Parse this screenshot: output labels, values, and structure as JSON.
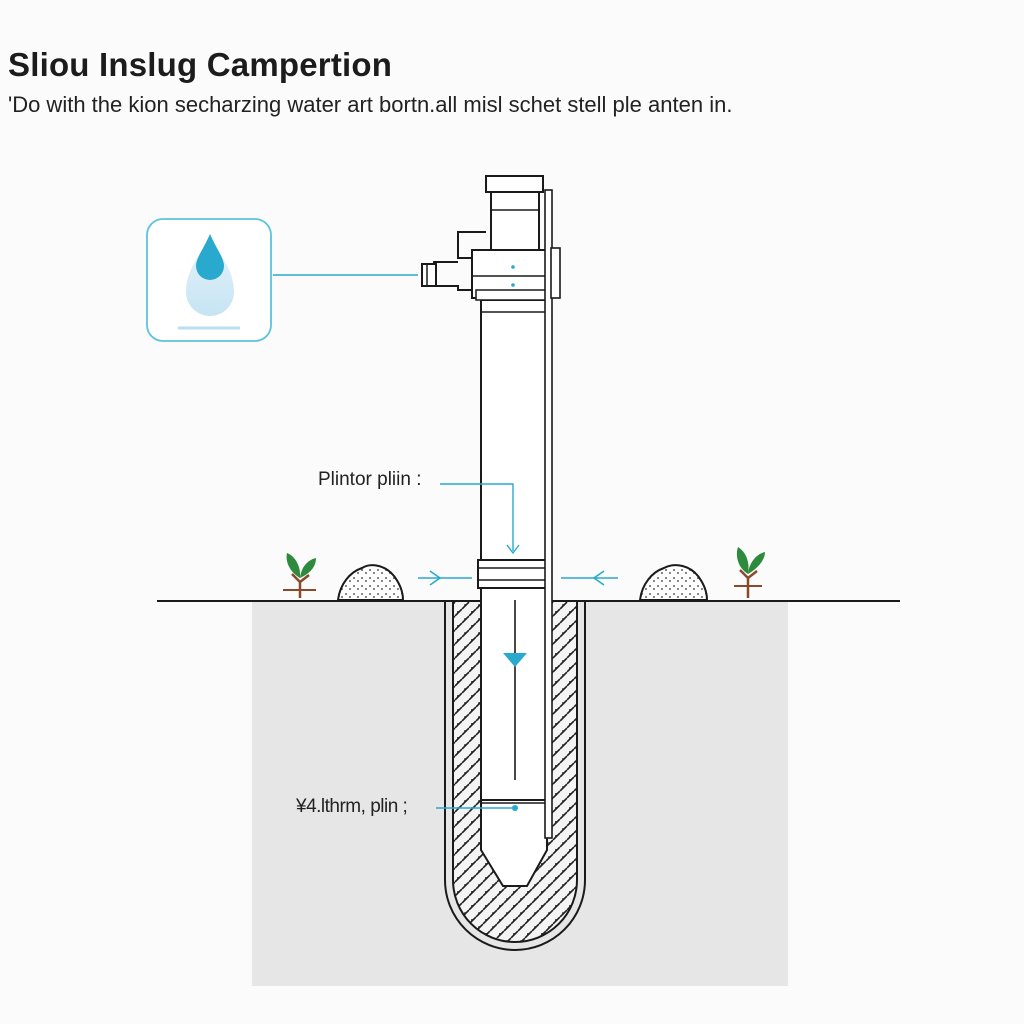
{
  "header": {
    "title": "Sliou Inslug Campertion",
    "subtitle": "'Do with the kion secharzing water art bortn.all misl schet stell ple anten in."
  },
  "labels": {
    "printer_plin": "Plintor pliin :",
    "bottom_plin": "¥4.lthrm, plin ;"
  },
  "icons": {
    "water_drop": "water-drop-icon"
  },
  "colors": {
    "accent": "#2aa9cf",
    "drop_light": "#cfe9f5",
    "ground": "#e6e6e6",
    "outline": "#1a1a1a",
    "plant_stem": "#8a4a2a",
    "plant_leaf": "#2e8b3e"
  }
}
